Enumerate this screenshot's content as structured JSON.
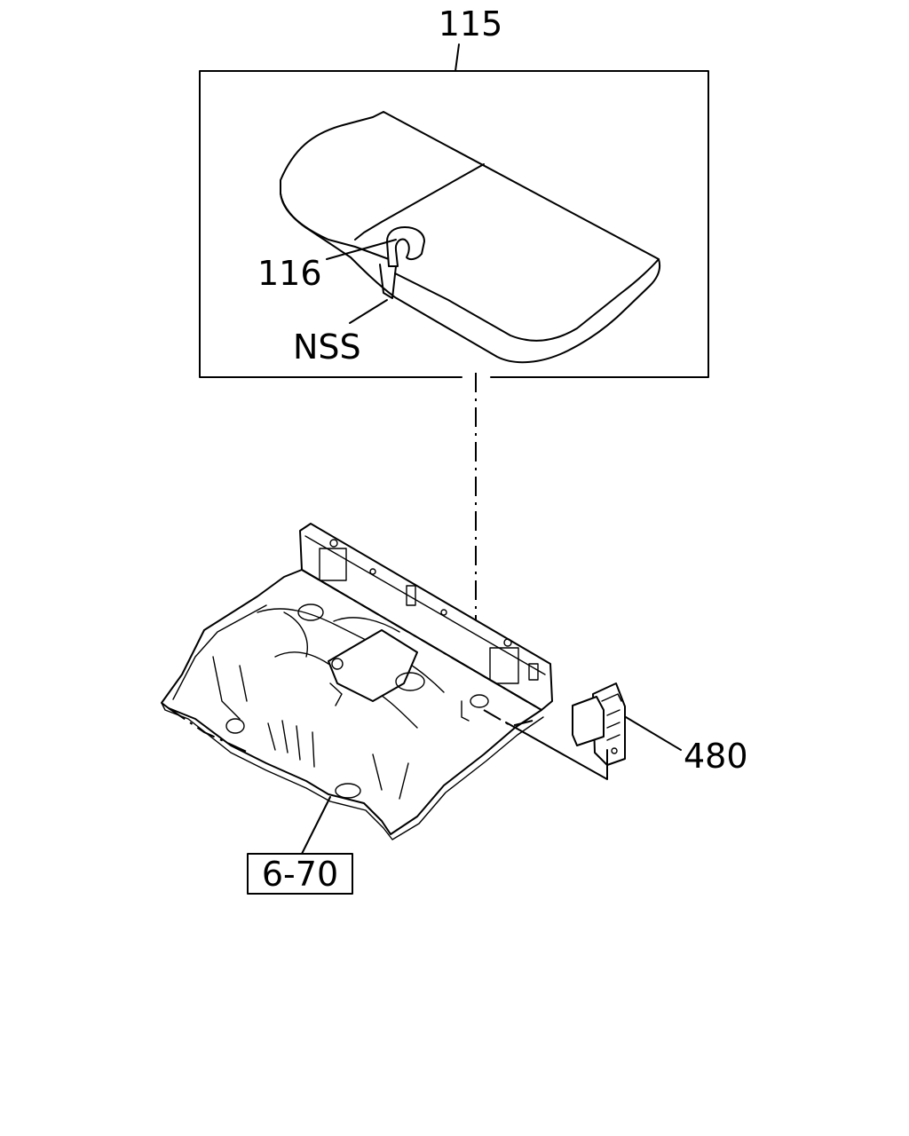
{
  "callouts": {
    "seat_cushion_assembly": "115",
    "clip": "116",
    "not_serviced": "NSS",
    "floor_panel_ref": "6-70",
    "bracket": "480"
  },
  "colors": {
    "ink": "#000000",
    "paper": "#ffffff"
  }
}
